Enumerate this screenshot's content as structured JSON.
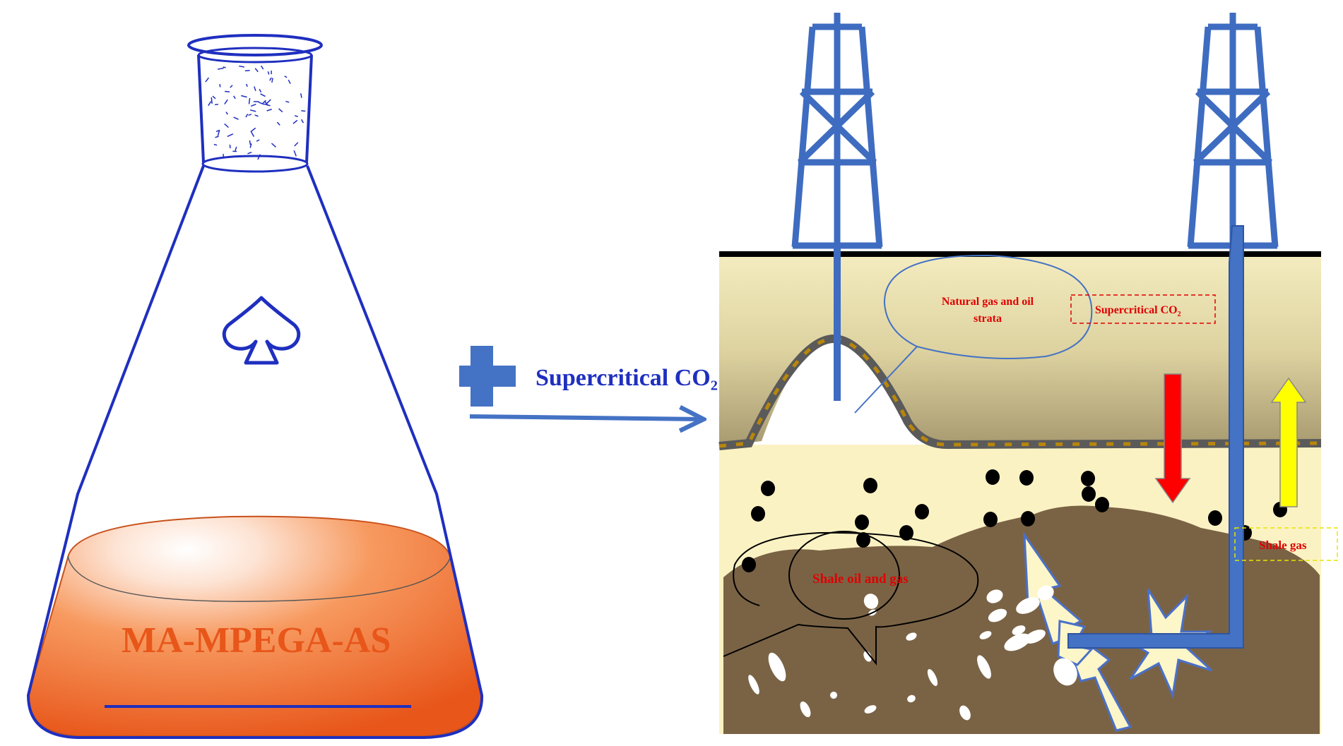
{
  "flask": {
    "product_label": "MA-MPEGA-AS",
    "icon": "spade-icon"
  },
  "operator": {
    "icon": "plus-icon",
    "reagent_label": "Supercritical CO₂"
  },
  "reservoir": {
    "bubble_natural_gas": "Natural gas and oil",
    "bubble_natural_gas_line2": "strata",
    "box_supercritical": "Supercritical  CO",
    "box_supercritical_sub": "2",
    "bubble_shale": "Shale oil and gas",
    "box_shale_gas": "Shale gas"
  },
  "colors": {
    "line_blue": "#1f2fbf",
    "arrow_blue": "#4472c4",
    "pipe_blue": "#3e6cc0",
    "liquid_orange": "#f26522",
    "label_red": "#e00000",
    "arrow_yellow": "#ffff00"
  }
}
